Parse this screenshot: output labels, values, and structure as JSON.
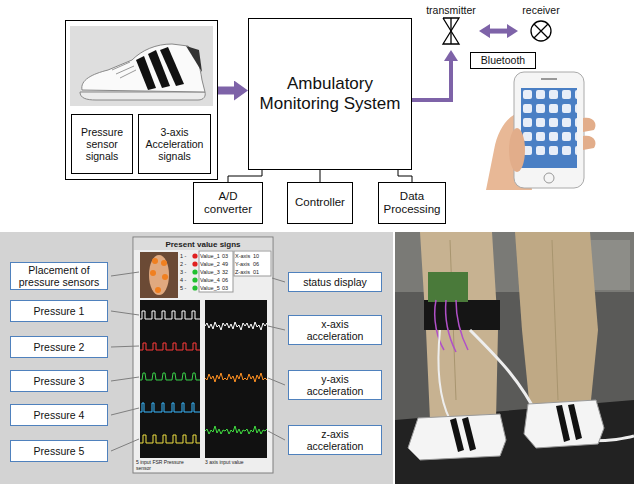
{
  "diagram": {
    "nodes": [
      {
        "text": []
      },
      {
        "text": [
          "Pressure sensor signals"
        ],
        "in": 0
      },
      {
        "text": [
          "3-axis Acceleration signals"
        ],
        "in": 0
      },
      {
        "text": [
          "Ambulatory Monitoring System"
        ]
      },
      {
        "text": [
          "A/D converter"
        ]
      },
      {
        "text": [
          "Controller"
        ]
      },
      {
        "text": [
          "Data Processing"
        ]
      },
      {
        "text": [
          "transmitter"
        ]
      },
      {
        "text": [
          "receiver"
        ]
      },
      {
        "text": [
          "Bluetooth"
        ]
      },
      {
        "text": [
          "Placement of pressure sensors"
        ]
      },
      {
        "text": [
          "Pressure 1"
        ]
      },
      {
        "text": [
          "Pressure 2"
        ]
      },
      {
        "text": [
          "Pressure 3"
        ]
      },
      {
        "text": [
          "Pressure 4"
        ]
      },
      {
        "text": [
          "Pressure 5"
        ]
      },
      {
        "text": [
          "status display"
        ]
      },
      {
        "text": [
          "x-axis acceleration"
        ]
      },
      {
        "text": [
          "y-axis acceleration"
        ]
      },
      {
        "text": [
          "z-axis acceleration"
        ]
      }
    ],
    "edges": [
      {
        "from": 0,
        "to": 3,
        "arrow": "to"
      },
      {
        "from": 3,
        "to": 4,
        "arrow": "none"
      },
      {
        "from": 3,
        "to": 5,
        "arrow": "none"
      },
      {
        "from": 3,
        "to": 6,
        "arrow": "none"
      },
      {
        "from": 3,
        "to": 7,
        "arrow": "to"
      },
      {
        "from": 7,
        "to": 8,
        "arrow": "both"
      }
    ],
    "labels": [
      "Present value signs",
      "1 -",
      "2 -",
      "3 -",
      "4 -",
      "5 -",
      "Value_1",
      "03",
      "Value_2",
      "49",
      "Value_3",
      "32",
      "Value_4",
      "06",
      "Value_5",
      "03",
      "X-axis",
      "10",
      "Y-axis",
      "06",
      "Z-axis",
      "01",
      "5 input FSR Pressure sensor",
      "3 axis input value"
    ]
  }
}
